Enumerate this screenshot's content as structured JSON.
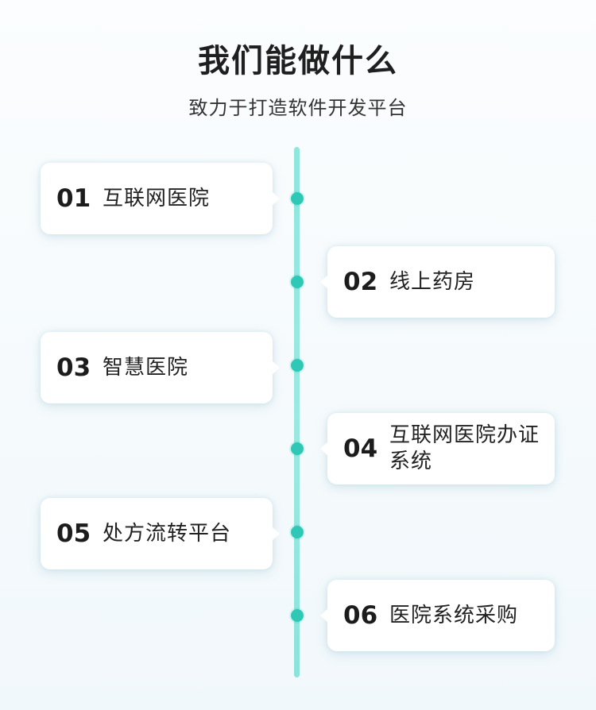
{
  "header": {
    "title": "我们能做什么",
    "subtitle": "致力于打造软件开发平台"
  },
  "colors": {
    "accent": "#2fc7b5",
    "timeline": "#9be9e1",
    "card_bg": "#ffffff"
  },
  "items": [
    {
      "num": "01",
      "label": "互联网医院"
    },
    {
      "num": "02",
      "label": "线上药房"
    },
    {
      "num": "03",
      "label": "智慧医院"
    },
    {
      "num": "04",
      "label": "互联网医院办证系统"
    },
    {
      "num": "05",
      "label": "处方流转平台"
    },
    {
      "num": "06",
      "label": "医院系统采购"
    }
  ]
}
